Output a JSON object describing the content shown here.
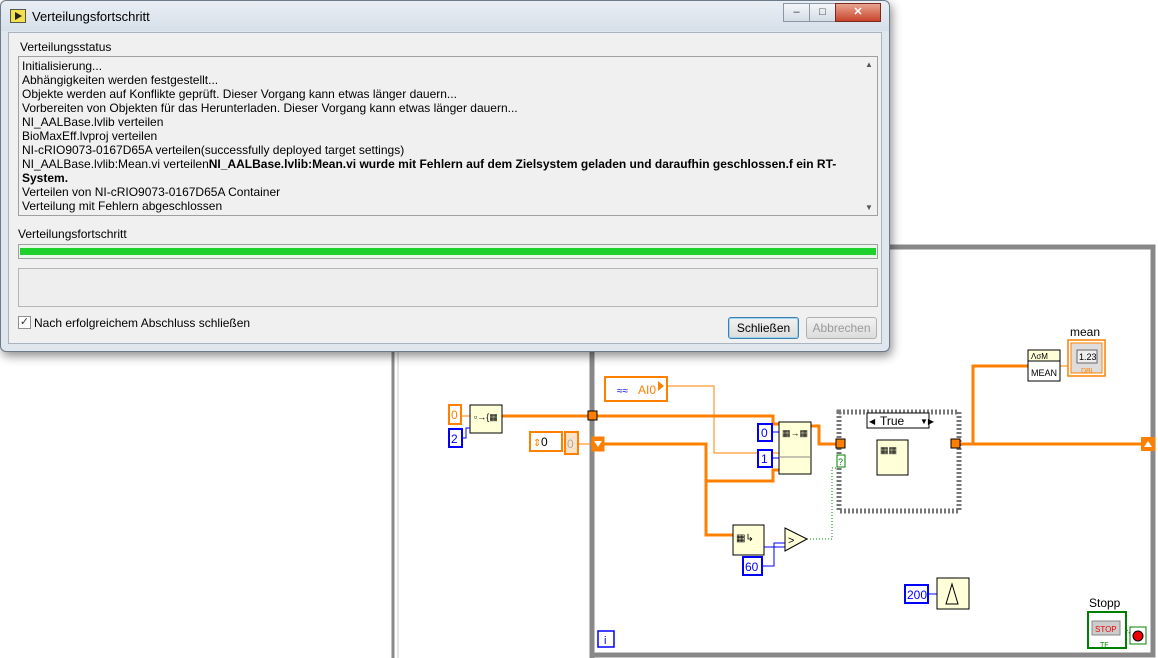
{
  "dialog": {
    "title": "Verteilungsfortschritt",
    "status_label": "Verteilungsstatus",
    "log": [
      {
        "text": "Initialisierung..."
      },
      {
        "text": "Abhängigkeiten werden festgestellt..."
      },
      {
        "text": "Objekte werden auf Konflikte geprüft. Dieser Vorgang kann etwas länger dauern..."
      },
      {
        "text": "Vorbereiten von Objekten für das Herunterladen. Dieser Vorgang kann etwas länger dauern..."
      },
      {
        "text": "NI_AALBase.lvlib verteilen"
      },
      {
        "text": "BioMaxEff.lvproj verteilen"
      },
      {
        "text": "NI-cRIO9073-0167D65A verteilen(successfully deployed target settings)"
      },
      {
        "text": "NI_AALBase.lvlib:Mean.vi verteilen",
        "bold": "NI_AALBase.lvlib:Mean.vi wurde mit Fehlern auf dem Zielsystem geladen und daraufhin geschlossen.f ein RT-System."
      },
      {
        "text": "Verteilen von NI-cRIO9073-0167D65A Container"
      },
      {
        "text": "Verteilung mit Fehlern abgeschlossen"
      }
    ],
    "progress_label": "Verteilungsfortschritt",
    "progress_percent": 100,
    "checkbox_label": "Nach erfolgreichem Abschluss schließen",
    "checkbox_checked": true,
    "close_button": "Schließen",
    "cancel_button": "Abbrechen",
    "controls": {
      "minimize": "–",
      "maximize": "□",
      "close": "✕"
    }
  },
  "diagram": {
    "const_init": "0",
    "const_size": "2",
    "control_value": "0",
    "indicator_value": "0",
    "channel": "AI0",
    "const_index0": "0",
    "const_index1": "1",
    "case_selector": "True",
    "case_question": "?",
    "const_60": "60",
    "const_200": "200",
    "mean_node": "MEAN",
    "mean_node_icon": "ΛσΜ",
    "mean_label": "mean",
    "mean_display": "1.23",
    "mean_type": "DBL",
    "stop_label": "Stopp",
    "stop_button": "STOP",
    "stop_type": "TF",
    "iteration": "i",
    "compare": ">"
  },
  "colors": {
    "orange": "#ff8000",
    "blue": "#0000ff",
    "green": "#008000",
    "node": "#ffffd8"
  }
}
